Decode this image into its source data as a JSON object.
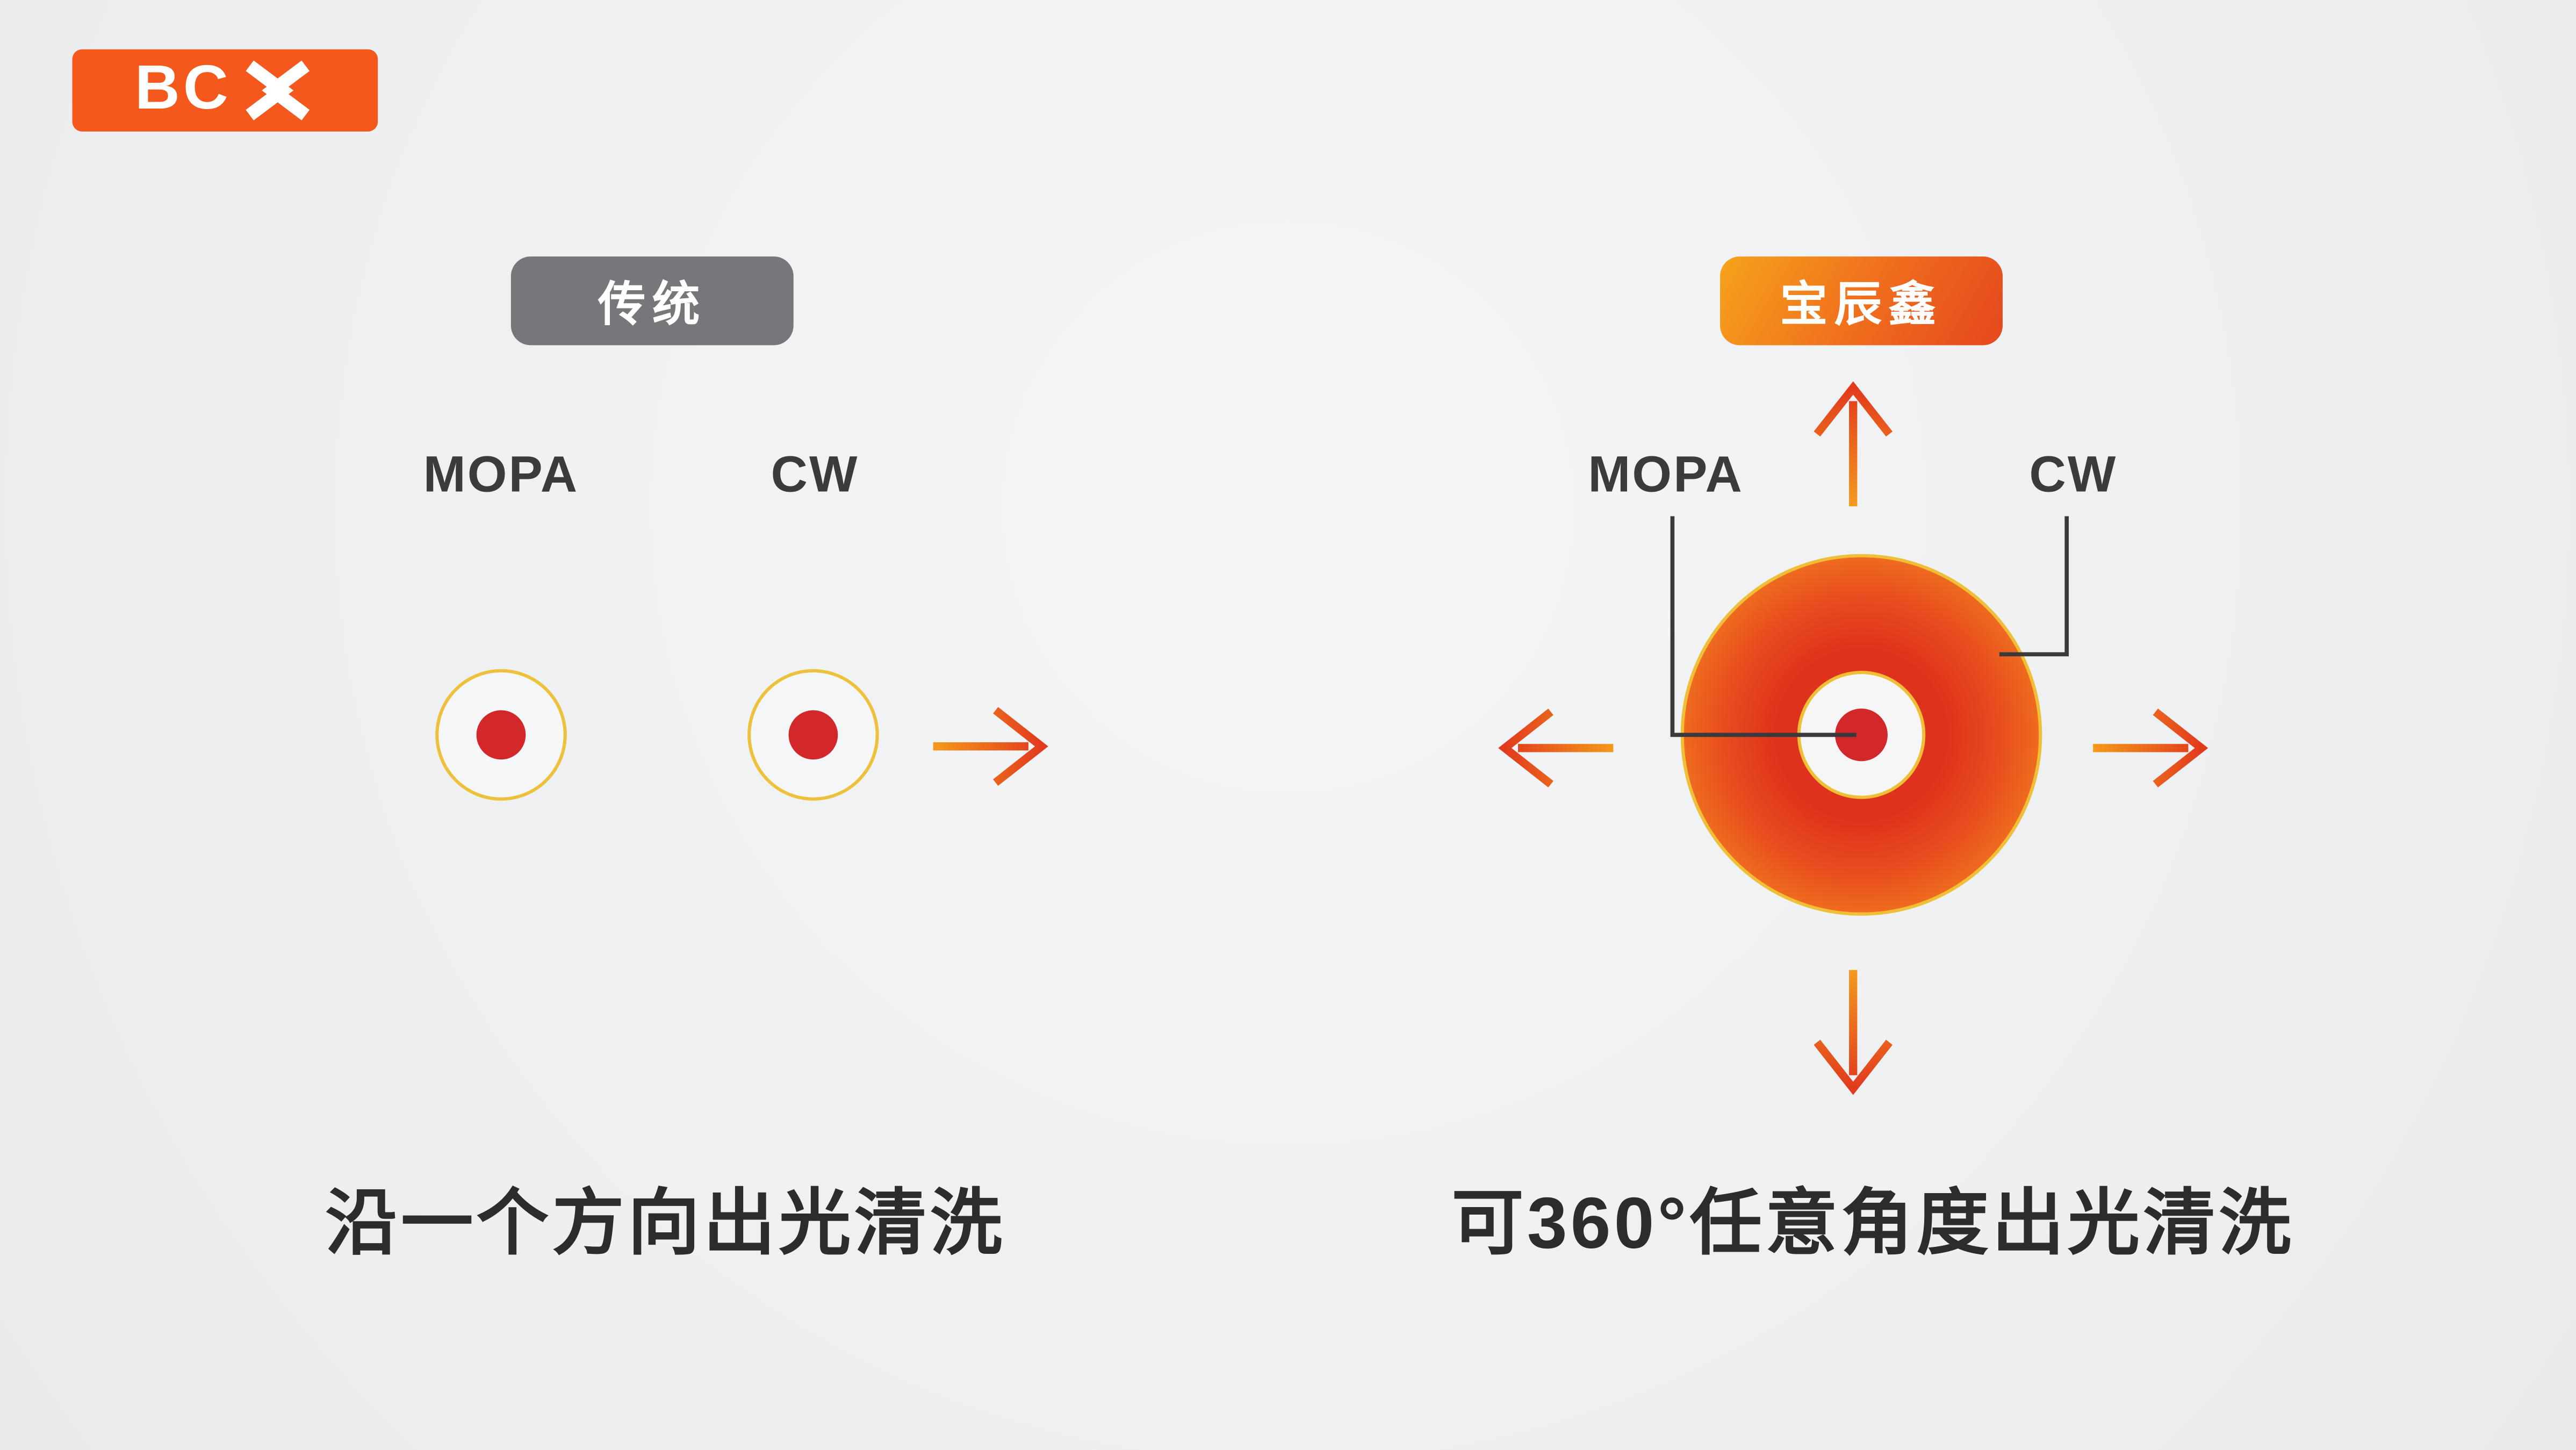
{
  "logo": {
    "text": "BC"
  },
  "left_panel": {
    "badge": "传统",
    "label_mopa": "MOPA",
    "label_cw": "CW",
    "caption": "沿一个方向出光清洗"
  },
  "right_panel": {
    "badge": "宝辰鑫",
    "label_mopa": "MOPA",
    "label_cw": "CW",
    "caption": "可360°任意角度出光清洗"
  },
  "colors": {
    "brand_orange": "#f4581d",
    "badge_gray": "#76777a",
    "badge_gradient_start": "#f6a31c",
    "badge_gradient_end": "#e5471e",
    "beam_red_dot": "#d3282a",
    "ring_gold": "#eec13d",
    "donut_inner_red": "#df321c",
    "donut_outer_orange": "#f89c1d",
    "arrow_tail": "#f49a1c",
    "arrow_head": "#e23a1d",
    "label_text": "#3b3b3d",
    "caption_text": "#2c2c2e",
    "background": "#eef0f2"
  }
}
